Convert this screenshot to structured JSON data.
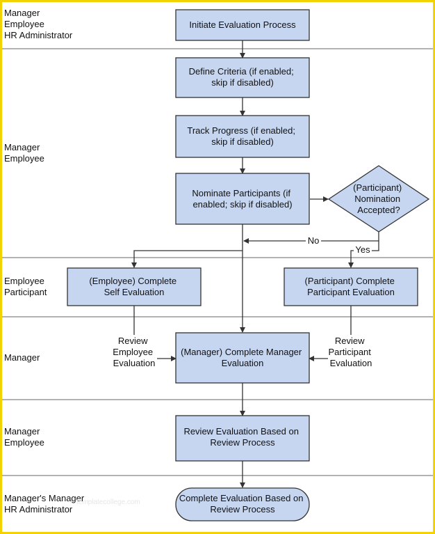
{
  "lanes": [
    {
      "lines": [
        "Manager",
        "Employee",
        "HR Administrator"
      ]
    },
    {
      "lines": [
        "Manager",
        "Employee"
      ]
    },
    {
      "lines": [
        "Employee",
        "Participant"
      ]
    },
    {
      "lines": [
        "Manager"
      ]
    },
    {
      "lines": [
        "Manager",
        "Employee"
      ]
    },
    {
      "lines": [
        "Manager's Manager",
        "HR Administrator"
      ]
    }
  ],
  "steps": {
    "initiate": {
      "lines": [
        "Initiate Evaluation Process"
      ]
    },
    "define": {
      "lines": [
        "Define Criteria (if enabled;",
        "skip if disabled)"
      ]
    },
    "track": {
      "lines": [
        "Track Progress (if enabled;",
        "skip if disabled)"
      ]
    },
    "nominate": {
      "lines": [
        "Nominate Participants (if",
        "enabled; skip if disabled)"
      ]
    },
    "decision": {
      "lines": [
        "(Participant)",
        "Nomination",
        "Accepted?"
      ]
    },
    "self_eval": {
      "lines": [
        "(Employee) Complete",
        "Self Evaluation"
      ]
    },
    "participant_eval": {
      "lines": [
        "(Participant) Complete",
        "Participant Evaluation"
      ]
    },
    "manager_eval": {
      "lines": [
        "(Manager) Complete Manager",
        "Evaluation"
      ]
    },
    "review": {
      "lines": [
        "Review Evaluation Based on",
        "Review Process"
      ]
    },
    "complete": {
      "lines": [
        "Complete Evaluation Based on",
        "Review Process"
      ]
    }
  },
  "edge_labels": {
    "no": "No",
    "yes": "Yes",
    "review_employee": [
      "Review",
      "Employee",
      "Evaluation"
    ],
    "review_participant": [
      "Review",
      "Participant",
      "Evaluation"
    ]
  },
  "watermark": "templatecollege.com",
  "colors": {
    "box_fill": "#c6d6f0",
    "border": "#333333",
    "frame": "#f2d200"
  }
}
